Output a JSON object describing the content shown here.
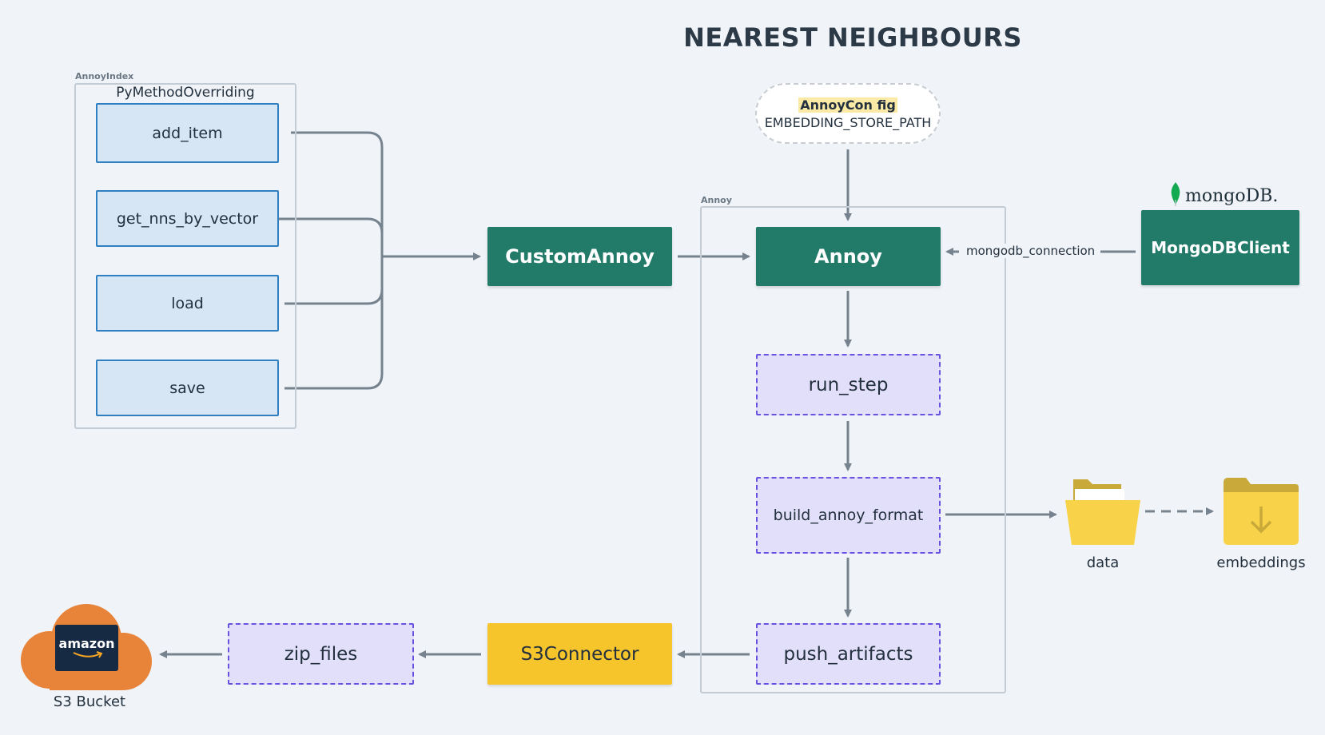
{
  "title": "NEAREST NEIGHBOURS",
  "annoy_index": {
    "caption": "AnnoyIndex",
    "subtitle": "PyMethodOverriding",
    "methods": [
      "add_item",
      "get_nns_by_vector",
      "load",
      "save"
    ]
  },
  "custom_annoy": "CustomAnnoy",
  "annoy_group": {
    "caption": "Annoy",
    "main": "Annoy",
    "steps": [
      "run_step",
      "build_annoy_format",
      "push_artifacts"
    ]
  },
  "config": {
    "name": "AnnoyCon fig",
    "param": "EMBEDDING_STORE_PATH"
  },
  "mongo": {
    "logo_text": "mongoDB.",
    "client": "MongoDBClient",
    "edge_label": "mongodb_connection"
  },
  "folders": {
    "data": "data",
    "embeddings": "embeddings"
  },
  "s3": {
    "connector": "S3Connector",
    "zip": "zip_files",
    "bucket_label": "S3 Bucket",
    "brand": "amazon"
  },
  "colors": {
    "green": "#227a69",
    "purple_fill": "#e2dffa",
    "purple_border": "#6a52e0",
    "blue_fill": "#d6e6f5",
    "blue_border": "#2f7fc1",
    "yellow": "#f6c42b",
    "arrow": "#76838f",
    "cloud": "#e8833a",
    "folder": "#f8d34a"
  }
}
